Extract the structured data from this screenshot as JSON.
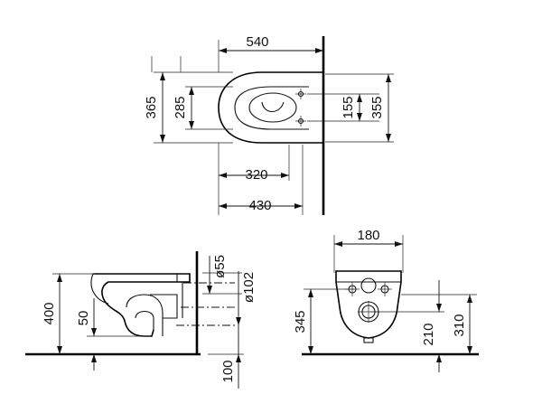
{
  "top_view": {
    "width_total": "540",
    "length_seat": "320",
    "length_total": "430",
    "left_outer": "365",
    "left_inner": "285",
    "right_inner": "155",
    "right_outer": "355"
  },
  "side_view": {
    "pipe_small": "ø55",
    "pipe_large": "ø102",
    "height_total": "400",
    "height_trap": "50",
    "height_floor": "100"
  },
  "rear_view": {
    "width_fix": "180",
    "height_left": "345",
    "height_mid": "210",
    "height_right": "310"
  }
}
